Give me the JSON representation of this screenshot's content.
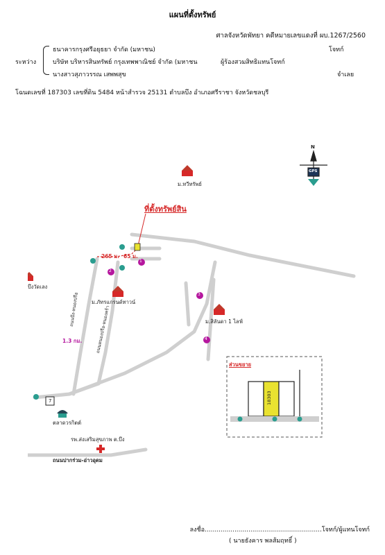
{
  "header": {
    "title": "แผนที่ตั้งทรัพย์",
    "court_case": "ศาลจังหวัดพัทยา คดีหมายเลขแดงที่ ผบ.1267/2560"
  },
  "parties": {
    "between_label": "ระหว่าง",
    "plaintiff": "ธนาคารกรุงศรีอยุธยา จำกัด (มหาชน)",
    "plaintiff_role": "โจทก์",
    "substitute": "บริษัท บริหารสินทรัพย์ กรุงเทพพาณิชย์ จำกัด (มหาชน",
    "substitute_role": "ผู้ร้องสวมสิทธิแทนโจทก์",
    "defendant": "นางสาวสุภาวรรณ เสพพสุข",
    "defendant_role": "จำเลย"
  },
  "deed_line": "โฉนดเลขที่ 187303 เลขที่ดิน 5484 หน้าสำรวจ 25131 ตำบลบึง อำเภอศรีราชา จังหวัดชลบุรี",
  "map": {
    "property_label": "ที่ตั้งทรัพย์สิน",
    "village_1": "ม.ทวีทรัพย์",
    "village_2": "ม.ภัทรแกรนด์ทาวน์",
    "village_3": "ม.สิลันดา 1 ไลฟ์",
    "place_left": "บึงวัดเลง",
    "distance_1": "265 ม.",
    "distance_2": "65 ม.",
    "distance_3": "1.3 กม.",
    "road_1": "ถนนบึง-หนองปรือ",
    "road_2": "ถนนหนองปรือ-หนองคร้า",
    "road_3": "ถนนปากร่วม-อ่าวอุดม",
    "market": "ตลาดวรกิตต์",
    "hospital": "รพ.ส่งเสริมสุขภาพ ต.บึง",
    "inset_label": "ส่วนขยาย",
    "inset_plot": "18303",
    "north": "N",
    "gps": "GPS",
    "marker_1": "1",
    "marker_2": "2",
    "marker_3": "3",
    "marker_4": "4",
    "marker_7": "7"
  },
  "footer": {
    "sign_line": "ลงชื่อ...........................................................โจทก์/ผู้แทนโจทก์",
    "sign_name": "( นายธังคาร พลส้มฤทธิ์ )"
  },
  "colors": {
    "accent_red": "#d62828",
    "marker_purple": "#b5179e",
    "marker_green": "#2a9d8f",
    "plot_yellow": "#e9e230",
    "road_gray": "#cfcfcf"
  }
}
